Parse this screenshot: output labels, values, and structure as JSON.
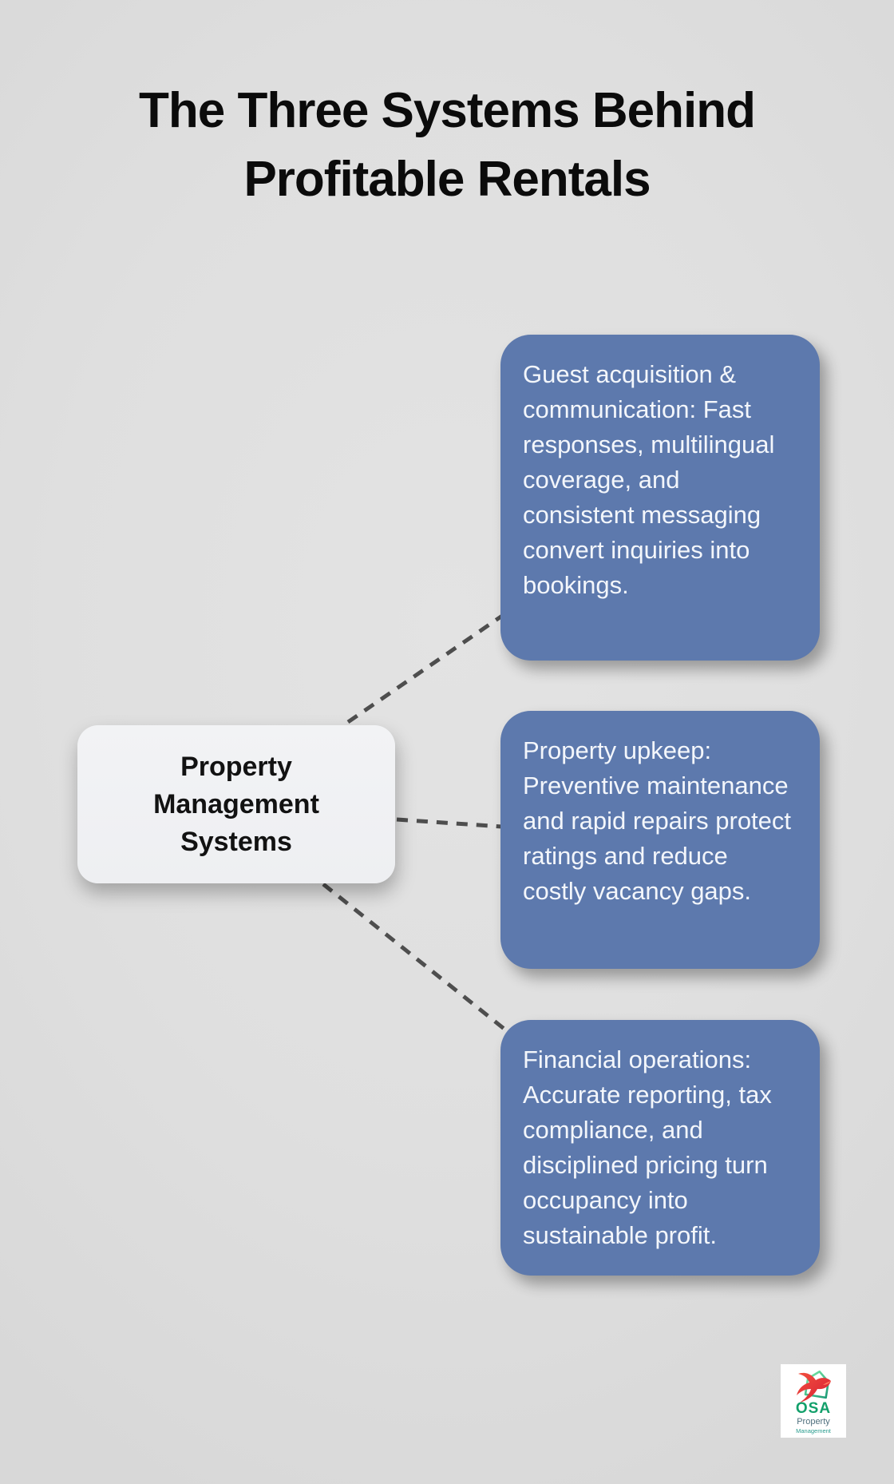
{
  "page": {
    "background_color": "#dfdfdf",
    "title_line1": "The Three Systems Behind",
    "title_line2": "Profitable Rentals"
  },
  "diagram": {
    "center_node": {
      "label": "Property Management Systems"
    },
    "branches": [
      {
        "id": "guest-acquisition",
        "text": "Guest acquisition & communication: Fast responses, multilingual coverage, and consistent messaging convert inquiries into bookings."
      },
      {
        "id": "property-upkeep",
        "text": "Property upkeep: Preventive maintenance and rapid repairs protect ratings and reduce costly vacancy gaps."
      },
      {
        "id": "financial-operations",
        "text": "Financial operations: Accurate reporting, tax compliance, and disciplined pricing turn occupancy into sustainable profit."
      }
    ],
    "colors": {
      "branch_background": "#5d79ad",
      "branch_text": "#f3f6fb",
      "center_background": "#f0f1f3",
      "center_text": "#121212",
      "connector": "#4e4e4e",
      "title_text": "#0b0b0b"
    },
    "connector_style": "dashed"
  },
  "logo": {
    "company": "OSA",
    "tagline_line1": "Property",
    "tagline_line2": "Management",
    "icon": "bird-and-house-logo",
    "colors": {
      "company_text": "#13a06b",
      "tagline1_text": "#4f6f7d",
      "tagline2_text": "#2a9d8f",
      "bird": "#e62e3e",
      "house_outline": "#35c285"
    }
  }
}
